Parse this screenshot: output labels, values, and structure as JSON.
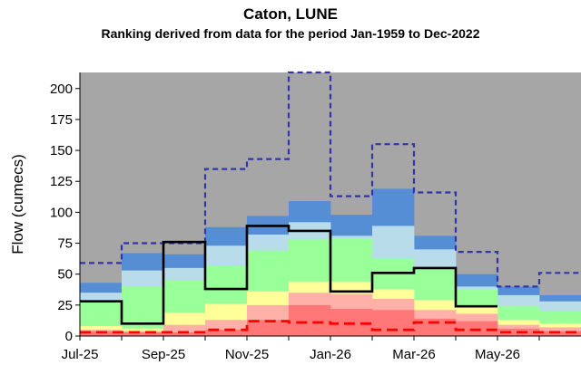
{
  "chart_data": {
    "type": "area",
    "title": "Caton, LUNE",
    "subtitle": "Ranking derived from data for the period Jan-1959 to Dec-2022",
    "ylabel": "Flow (cumecs)",
    "xlabel": "",
    "ylim": [
      0,
      213
    ],
    "y_ticks": [
      0,
      25,
      50,
      75,
      100,
      125,
      150,
      175,
      200
    ],
    "x_ticks": [
      "Jul-25",
      "Sep-25",
      "Nov-25",
      "Jan-26",
      "Mar-26",
      "May-26"
    ],
    "months": [
      "Jul-25",
      "Aug-25",
      "Sep-25",
      "Oct-25",
      "Nov-25",
      "Dec-25",
      "Jan-26",
      "Feb-26",
      "Mar-26",
      "Apr-26",
      "May-26",
      "Jun-26"
    ],
    "background_color": "#a6a6a6",
    "bands": [
      {
        "color": "#ff7777",
        "values": [
          4,
          3,
          3,
          5,
          13,
          25,
          22,
          21,
          14,
          12,
          6,
          4
        ]
      },
      {
        "color": "#ffb0a8",
        "values": [
          5,
          4,
          9,
          13,
          25,
          35,
          34,
          30,
          21,
          18,
          9,
          7
        ]
      },
      {
        "color": "#ffff99",
        "values": [
          8,
          6,
          19,
          26,
          36,
          44,
          44,
          38,
          29,
          24,
          13,
          10
        ]
      },
      {
        "color": "#99ff99",
        "values": [
          27,
          40,
          45,
          57,
          69,
          78,
          79,
          63,
          55,
          38,
          24,
          20
        ]
      },
      {
        "color": "#b8dcea",
        "values": [
          35,
          53,
          55,
          73,
          82,
          92,
          81,
          89,
          70,
          40,
          33,
          28
        ]
      },
      {
        "color": "#558ed5",
        "values": [
          43,
          67,
          66,
          88,
          97,
          109,
          98,
          119,
          81,
          50,
          40,
          33
        ]
      }
    ],
    "series": [
      {
        "style": "max",
        "color": "#3333aa",
        "values": [
          59,
          75,
          75,
          135,
          143,
          213,
          113,
          155,
          116,
          68,
          40,
          51
        ]
      },
      {
        "style": "min",
        "color": "#ff0000",
        "values": [
          3,
          3,
          3,
          5,
          12,
          11,
          10,
          5,
          11,
          5,
          3,
          3
        ]
      },
      {
        "style": "observed",
        "color": "#000000",
        "values": [
          28,
          10,
          76,
          38,
          89,
          85,
          36,
          51,
          55,
          24,
          null,
          null
        ]
      }
    ]
  }
}
